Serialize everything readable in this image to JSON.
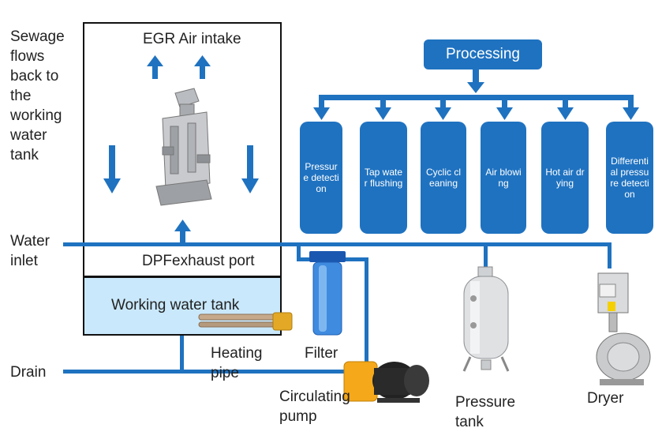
{
  "labels": {
    "sewage": "Sewage flows back to the working water tank",
    "egr": "EGR Air intake",
    "dpf": "DPFexhaust port",
    "working_tank": "Working water tank",
    "heating_pipe": "Heating pipe",
    "filter": "Filter",
    "circulating_pump": "Circulating pump",
    "pressure_tank": "Pressure tank",
    "dryer": "Dryer",
    "water_inlet": "Water inlet",
    "drain": "Drain"
  },
  "processing": {
    "title": "Processing",
    "steps": [
      "Pressure detection",
      "Tap water flushing",
      "Cyclic cleaning",
      "Air blowing",
      "Hot air drying",
      "Differential pressure detection"
    ]
  },
  "colors": {
    "pipe": "#1f72c0",
    "tank_fill": "#c9e8fb",
    "pump_orange": "#f4a81a"
  }
}
